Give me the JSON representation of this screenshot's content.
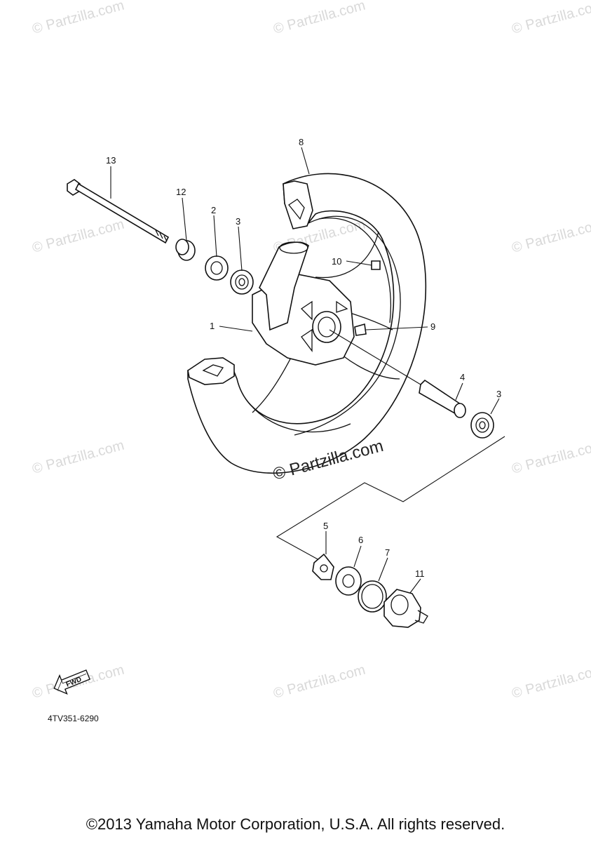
{
  "diagram": {
    "code": "4TV351-6290",
    "fwd_label": "FWD",
    "copyright": "©2013 Yamaha Motor Corporation, U.S.A. All rights reserved.",
    "center_watermark": "© Partzilla.com",
    "watermark": "© Partzilla.com",
    "callouts": [
      "1",
      "2",
      "3",
      "3",
      "4",
      "5",
      "6",
      "7",
      "8",
      "9",
      "10",
      "11",
      "12",
      "13"
    ]
  }
}
